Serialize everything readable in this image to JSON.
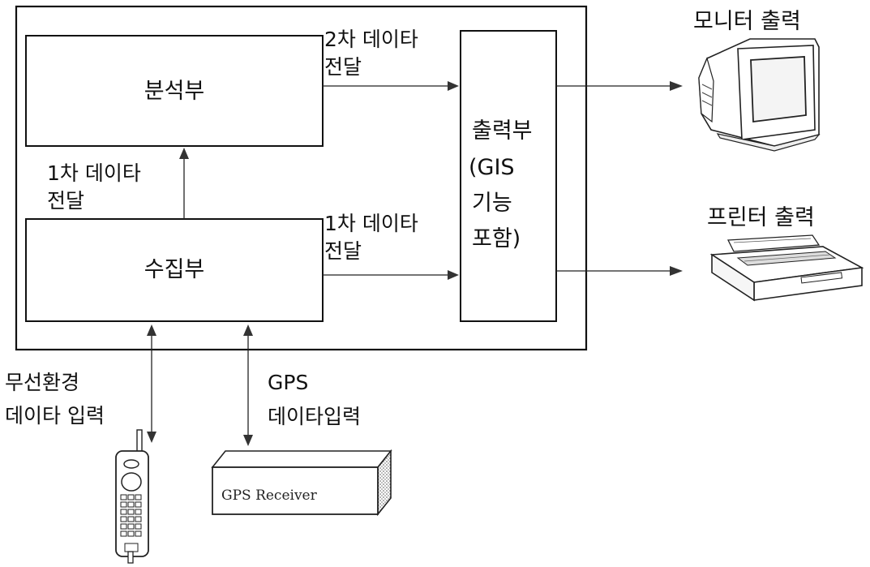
{
  "blocks": {
    "analysis": "분석부",
    "collection": "수집부",
    "output": {
      "line1": "출력부",
      "line2": "(GIS",
      "line3": "기능",
      "line4": "포함)"
    }
  },
  "flows": {
    "analysis_to_output": {
      "line1": "2차 데이타",
      "line2": "전달"
    },
    "collection_to_analysis": {
      "line1": "1차 데이타",
      "line2": "전달"
    },
    "collection_to_output": {
      "line1": "1차 데이타",
      "line2": "전달"
    }
  },
  "outputs": {
    "monitor": "모니터 출력",
    "printer": "프린터 출력"
  },
  "inputs": {
    "wireless": {
      "line1": "무선환경",
      "line2": "데이타 입력"
    },
    "gps": {
      "line1": "GPS",
      "line2": "데이타입력"
    }
  },
  "devices": {
    "gps_receiver": "GPS Receiver"
  }
}
